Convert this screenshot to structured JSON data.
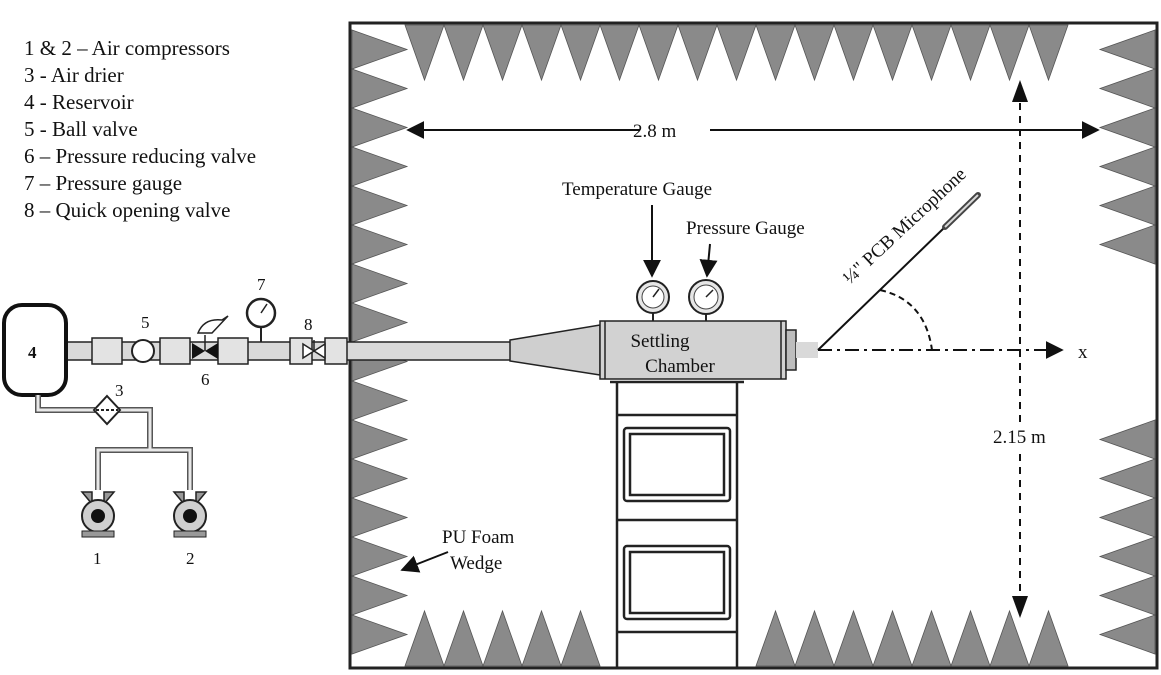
{
  "legend": [
    "1 & 2 – Air compressors",
    "3 - Air drier",
    "4 - Reservoir",
    "5 - Ball valve",
    "6 – Pressure reducing valve",
    "7 – Pressure gauge",
    "8 – Quick opening valve"
  ],
  "components": {
    "reservoir": "4",
    "air_drier": "3",
    "ball_valve": "5",
    "pressure_reducing_valve": "6",
    "pressure_gauge": "7",
    "quick_opening_valve": "8",
    "compressor_1": "1",
    "compressor_2": "2"
  },
  "chamber": {
    "width_label": "2.8 m",
    "height_label": "2.15 m",
    "temperature_gauge": "Temperature Gauge",
    "pressure_gauge": "Pressure Gauge",
    "microphone": "¼\" PCB Microphone",
    "settling_chamber": [
      "Settling",
      "Chamber"
    ],
    "axis": "x",
    "foam_wedge": [
      "PU Foam",
      "Wedge"
    ]
  },
  "colors": {
    "wedge": "#8a8a8a",
    "wall": "#222222",
    "pipe": "#d9d9d9"
  }
}
